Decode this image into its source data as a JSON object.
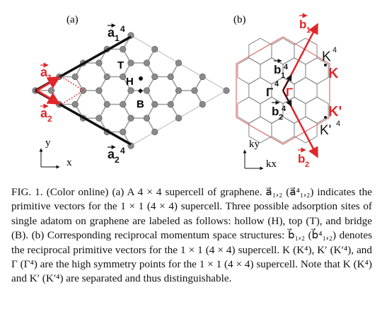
{
  "panel_a": {
    "label": "(a)",
    "a1_4": {
      "base": "a",
      "sub": "1",
      "sup": "4"
    },
    "a1": {
      "base": "a",
      "sub": "1"
    },
    "a2": {
      "base": "a",
      "sub": "2"
    },
    "a2_4": {
      "base": "a",
      "sub": "2",
      "sup": "4"
    },
    "site_T": "T",
    "site_H": "H",
    "site_B": "B",
    "axis_y": "y",
    "axis_x": "x"
  },
  "panel_b": {
    "label": "(b)",
    "b1": {
      "base": "b",
      "sub": "1"
    },
    "b1_4": {
      "base": "b",
      "sub": "1",
      "sup": "4"
    },
    "b2_4": {
      "base": "b",
      "sub": "2",
      "sup": "4"
    },
    "b2": {
      "base": "b",
      "sub": "2"
    },
    "gamma_4": {
      "base": "Γ",
      "sup": "4"
    },
    "gamma": "Γ",
    "K4": {
      "base": "K",
      "sup": "4"
    },
    "K": "K",
    "Kp": "K'",
    "Kp4": {
      "base": "K'",
      "sup": "4"
    },
    "axis_ky": "ky",
    "axis_kx": "kx"
  },
  "colors": {
    "red": "#e0262b",
    "black": "#111111",
    "atom": "#8a8a8a",
    "bond": "#9b9b9b",
    "hex_red": "#d9534f",
    "hex_black": "#777777"
  },
  "caption": {
    "fig": "FIG. 1.",
    "text": " (Color online) (a) A 4 × 4 supercell of graphene. a⃗₁,₂ (a⃗⁴₁,₂) indicates the primitive vectors for the 1 × 1 (4 × 4) supercell. Three possible adsorption sites of single adatom on graphene are labeled as follows: hollow (H), top (T), and bridge (B). (b) Corresponding reciprocal momentum space structures: b⃗₁,₂ (b⃗⁴₁,₂) denotes the reciprocal primitive vectors for the 1 × 1 (4 × 4) supercell. K (K⁴), K′ (K′⁴), and Γ (Γ⁴) are the high symmetry points for the 1 × 1 (4 × 4) supercell. Note that K (K⁴) and K′ (K′⁴) are separated and thus distinguishable."
  }
}
